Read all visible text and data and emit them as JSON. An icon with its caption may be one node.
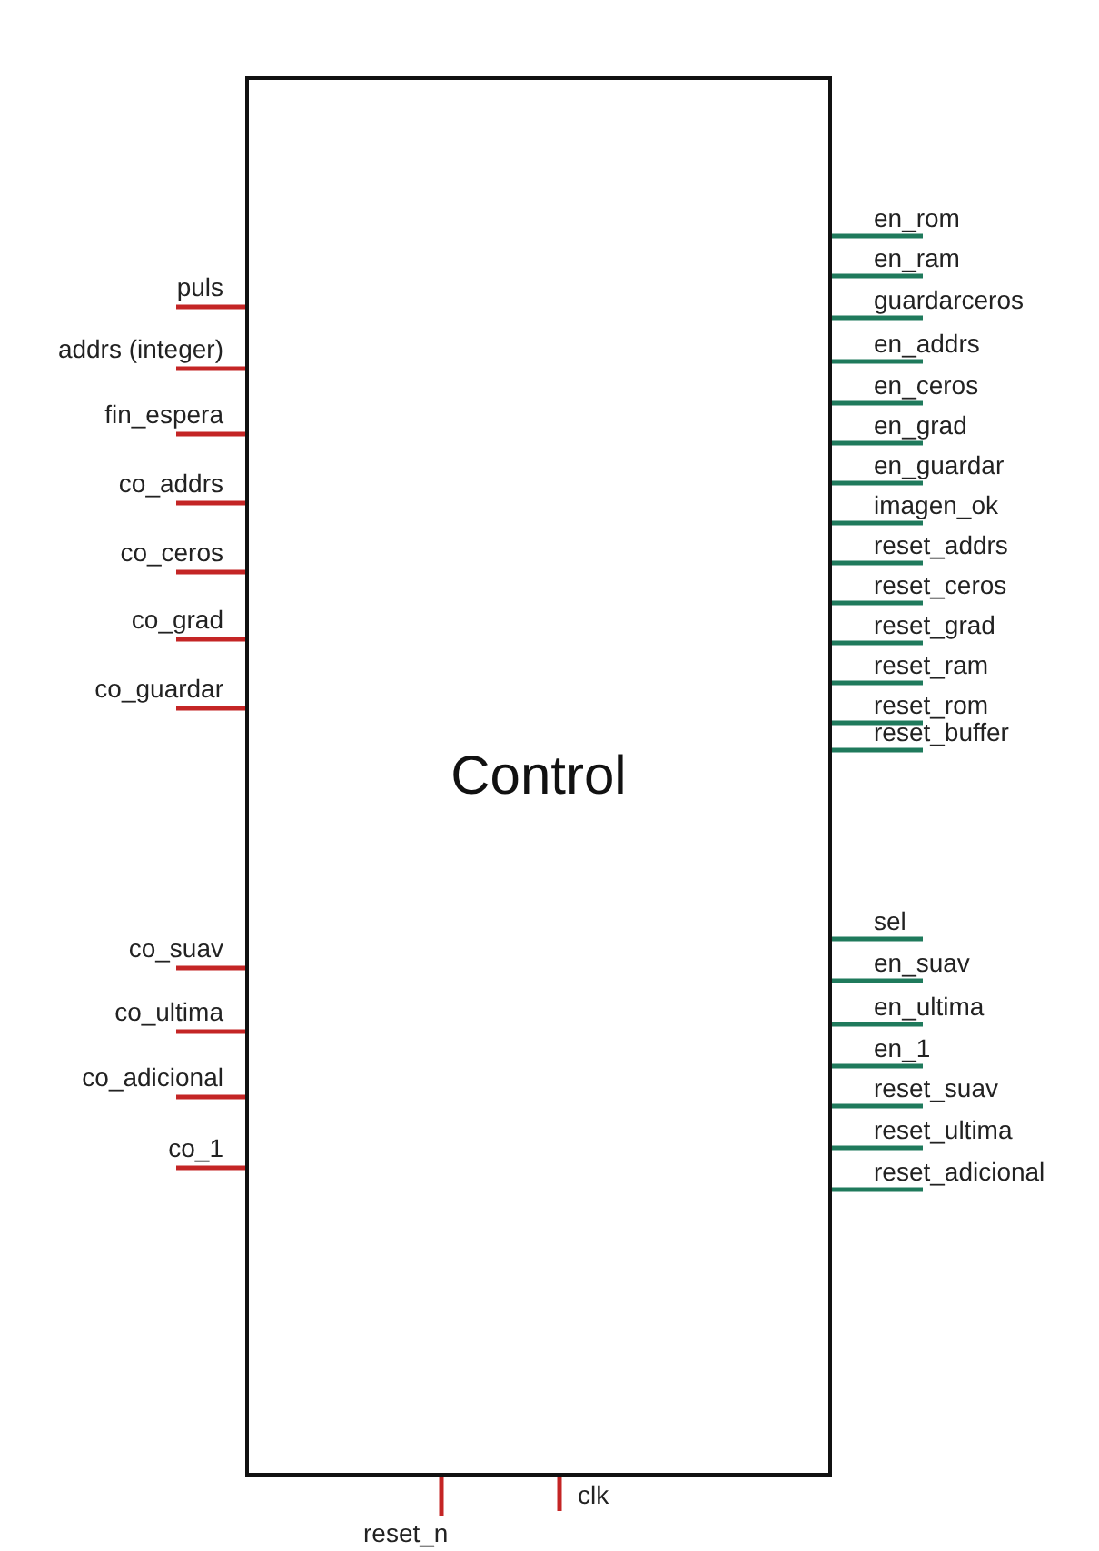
{
  "diagram": {
    "nodes": [
      {
        "text": [
          "Control"
        ]
      }
    ],
    "labels": [
      "puls",
      "addrs (integer)",
      "fin_espera",
      "co_addrs",
      "co_ceros",
      "co_grad",
      "co_guardar",
      "co_suav",
      "co_ultima",
      "co_adicional",
      "co_1",
      "en_rom",
      "en_ram",
      "guardarceros",
      "en_addrs",
      "en_ceros",
      "en_grad",
      "en_guardar",
      "imagen_ok",
      "reset_addrs",
      "reset_ceros",
      "reset_grad",
      "reset_ram",
      "reset_rom",
      "reset_buffer",
      "sel",
      "en_suav",
      "en_ultima",
      "en_1",
      "reset_suav",
      "reset_ultima",
      "reset_adicional",
      "reset_n",
      "clk"
    ]
  }
}
